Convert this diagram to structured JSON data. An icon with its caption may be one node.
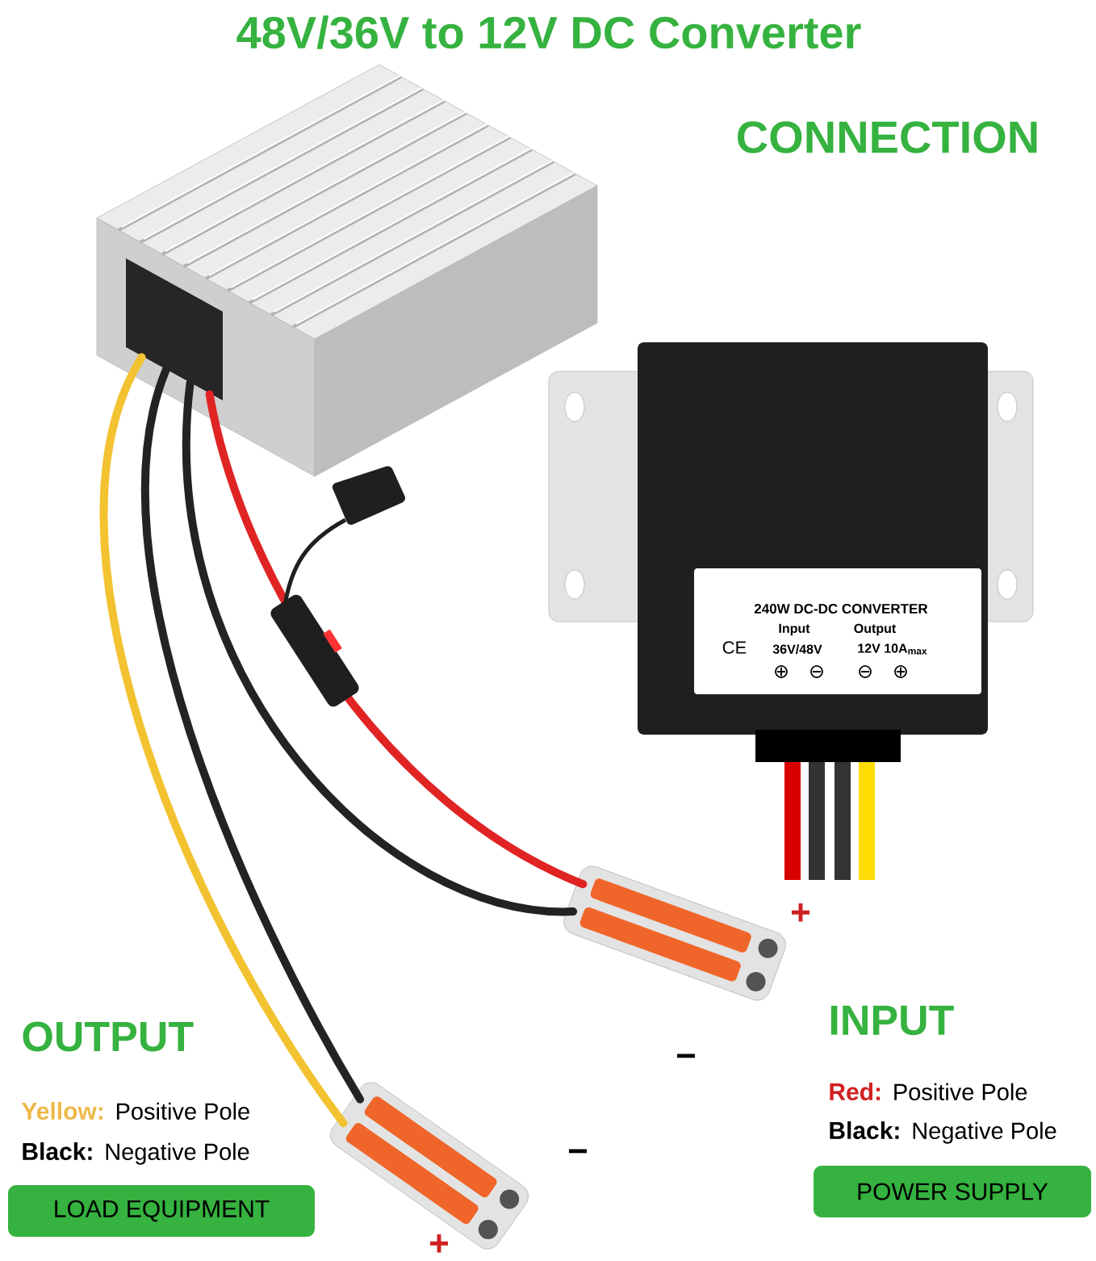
{
  "diagram": {
    "title": "48V/36V to 12V DC Converter",
    "nodes": [
      {
        "text": [],
        "shape": "picture"
      },
      {
        "text": [
          "240W DC-DC CONVERTER",
          "Input",
          "Output",
          "CE",
          "36V/48V",
          "12V 10A$_{max}$",
          "⊕",
          "⊖",
          "⊖",
          "⊕"
        ]
      },
      {
        "text": [],
        "shape": "picture"
      },
      {
        "text": [],
        "shape": "picture"
      },
      {
        "text": [
          "LOAD EQUIPMENT"
        ]
      },
      {
        "text": [
          "POWER SUPPLY"
        ]
      }
    ],
    "edges": [
      {
        "from": 0,
        "to": 3,
        "arrow": "none",
        "color": "#f2c230"
      },
      {
        "from": 0,
        "to": 3,
        "arrow": "none"
      },
      {
        "from": 0,
        "to": 2,
        "arrow": "none"
      },
      {
        "from": 0,
        "to": 2,
        "arrow": "none",
        "color": "#e02424"
      }
    ],
    "labels": [
      "CONNECTION",
      "+",
      "−",
      "−",
      "+",
      "OUTPUT",
      "Yellow:",
      "Positive Pole",
      "Black:",
      "Negative Pole",
      "INPUT",
      "Red:",
      "Positive Pole",
      "Black:",
      "Negative Pole"
    ]
  }
}
